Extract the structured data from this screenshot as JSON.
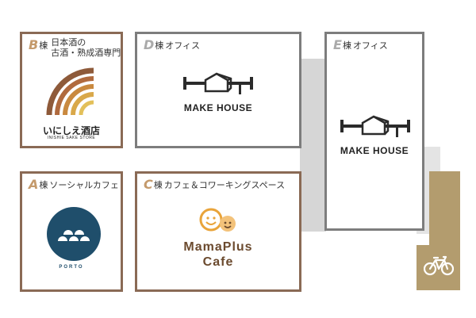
{
  "buildings": {
    "b": {
      "letter": "B",
      "suffix": "棟",
      "line1": "日本酒の",
      "line2": "古酒・熟成酒専門",
      "logo_name": "いにしえ酒店",
      "logo_sub": "INISHIE SAKE STORE"
    },
    "d": {
      "letter": "D",
      "suffix": "棟",
      "desc": "オフィス",
      "logo_name": "MAKE HOUSE"
    },
    "e": {
      "letter": "E",
      "suffix": "棟",
      "desc": "オフィス",
      "logo_name": "MAKE HOUSE"
    },
    "a": {
      "letter": "A",
      "suffix": "棟",
      "desc": "ソーシャルカフェ",
      "logo_name": "PORTO"
    },
    "c": {
      "letter": "C",
      "suffix": "棟",
      "desc": "カフェ＆コワーキングスペース",
      "logo_line1": "MamaPlus",
      "logo_line2": "Cafe"
    }
  },
  "parking": {
    "icon": "bicycle-icon"
  },
  "colors": {
    "brown_border": "#8a6a55",
    "gray_border": "#7d7d7d",
    "walkway": "#d6d6d6",
    "bike_area": "#b39c6e",
    "letter_brown": "#c49a6c",
    "porto_blue": "#1f4e6b",
    "mama_orange": "#e9a43a",
    "mama_brown": "#6b4a2e"
  }
}
